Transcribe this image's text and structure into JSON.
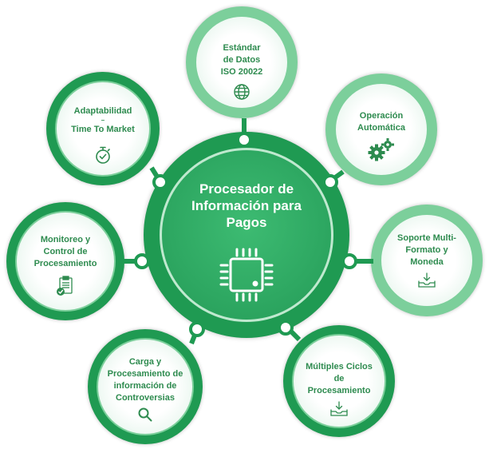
{
  "center": {
    "title_lines": [
      "Procesador de",
      "Información para",
      "Pagos"
    ],
    "icon": "chip-icon"
  },
  "nodes": [
    {
      "id": "estandar",
      "lines": [
        "Estándar",
        "de Datos",
        "ISO 20022"
      ],
      "icon": "globe-icon"
    },
    {
      "id": "operacion",
      "lines": [
        "Operación",
        "Automática"
      ],
      "icon": "gears-icon"
    },
    {
      "id": "soporte",
      "lines": [
        "Soporte Multi-",
        "Formato y",
        "Moneda"
      ],
      "icon": "inbox-download-icon"
    },
    {
      "id": "ciclos",
      "lines": [
        "Múltiples Ciclos",
        "de",
        "Procesamiento"
      ],
      "icon": "inbox-download-icon"
    },
    {
      "id": "carga",
      "lines": [
        "Carga y",
        "Procesamiento de",
        "información de",
        "Controversias"
      ],
      "icon": "magnifier-icon"
    },
    {
      "id": "monitoreo",
      "lines": [
        "Monitoreo y",
        "Control de",
        "Procesamiento"
      ],
      "icon": "clipboard-check-icon"
    },
    {
      "id": "adaptabilidad",
      "lines": [
        "Adaptabilidad",
        "–",
        "Time To Market"
      ],
      "icon": "stopwatch-check-icon"
    }
  ],
  "colors": {
    "dark_green": "#1f9a52",
    "mid_green": "#34b36a",
    "light_green": "#7ccf9b",
    "pale_green": "#e8f6ee",
    "text_green": "#2e8b4f"
  }
}
